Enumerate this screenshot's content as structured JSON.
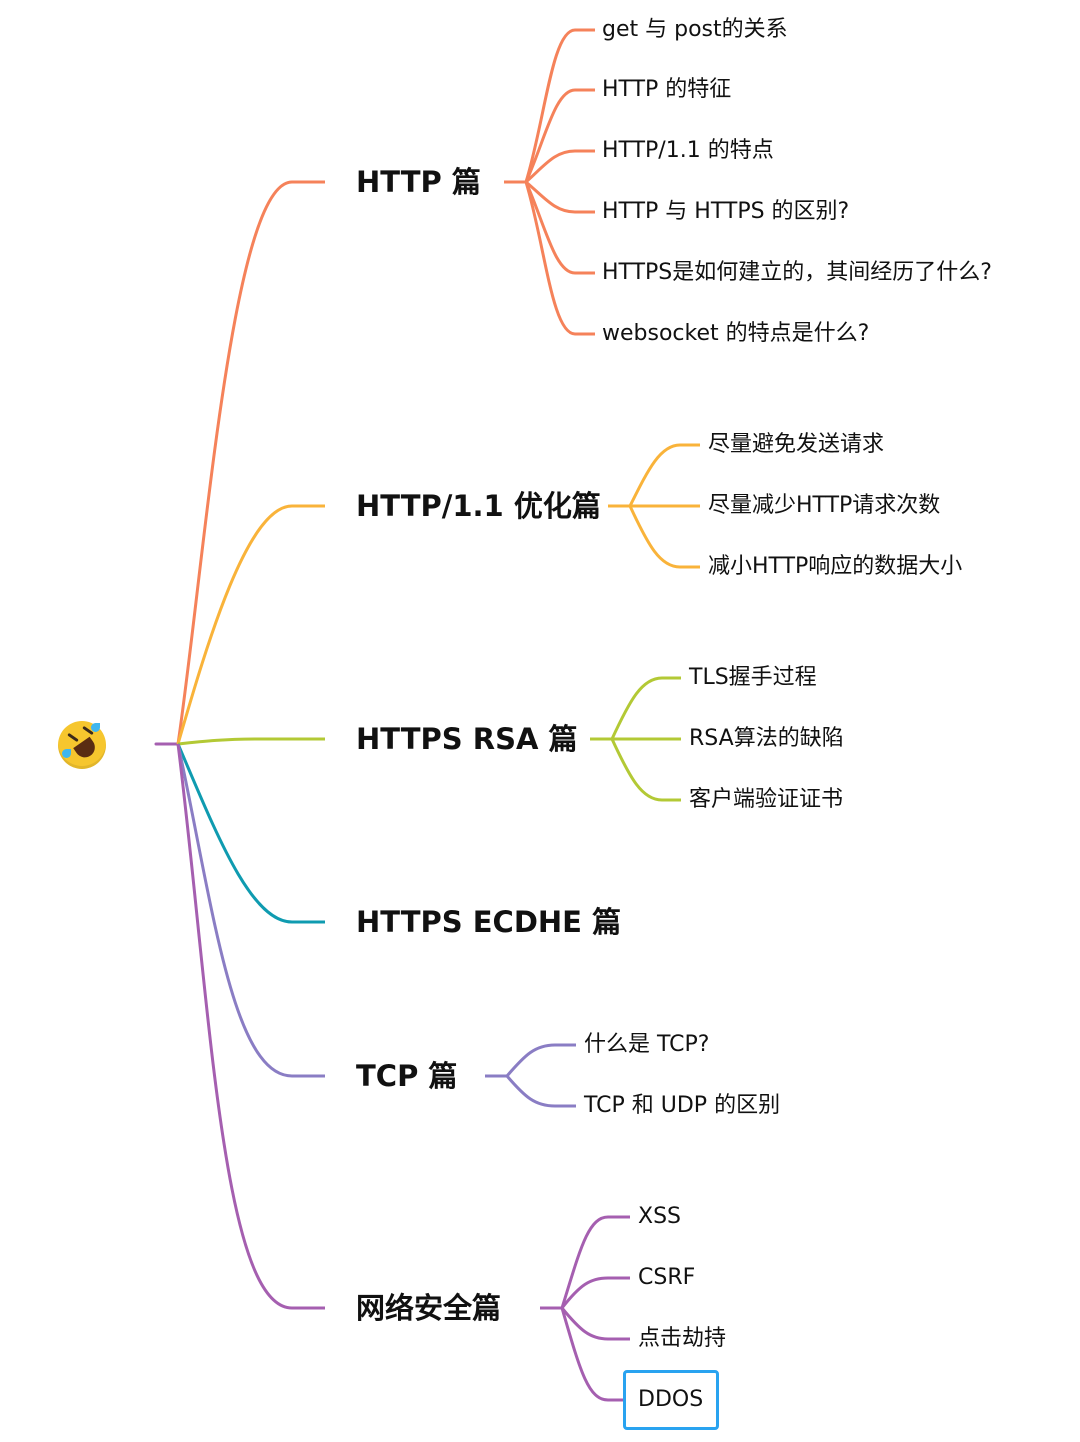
{
  "root": {
    "icon": "rolling-on-floor-laughing-emoji"
  },
  "colors": {
    "http": "#f5825a",
    "http11": "#f9b33a",
    "rsa": "#b3c935",
    "ecdhe": "#0f9bb0",
    "tcp": "#8a7dc4",
    "security": "#a55fb0",
    "selection": "#29a3f0"
  },
  "topics": [
    {
      "label": "HTTP 篇",
      "children": [
        "get 与 post的关系",
        "HTTP 的特征",
        "HTTP/1.1 的特点",
        "HTTP 与 HTTPS 的区别?",
        "HTTPS是如何建立的，其间经历了什么?",
        "websocket 的特点是什么?"
      ]
    },
    {
      "label": "HTTP/1.1 优化篇",
      "children": [
        "尽量避免发送请求",
        "尽量减少HTTP请求次数",
        "减小HTTP响应的数据大小"
      ]
    },
    {
      "label": "HTTPS RSA 篇",
      "children": [
        "TLS握手过程",
        "RSA算法的缺陷",
        "客户端验证证书"
      ]
    },
    {
      "label": "HTTPS ECDHE 篇",
      "children": []
    },
    {
      "label": "TCP 篇",
      "children": [
        "什么是 TCP?",
        "TCP 和 UDP 的区别"
      ]
    },
    {
      "label": "网络安全篇",
      "children": [
        "XSS",
        "CSRF",
        "点击劫持",
        "DDOS"
      ]
    }
  ]
}
